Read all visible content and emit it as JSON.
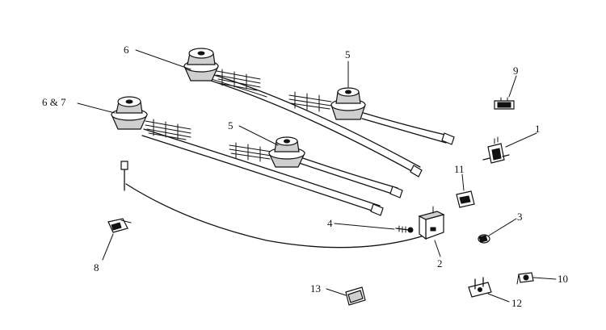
{
  "diagram": {
    "callouts": {
      "c1": "1",
      "c2": "2",
      "c3": "3",
      "c4": "4",
      "c5a": "5",
      "c5b": "5",
      "c6": "6",
      "c6and7": "6 & 7",
      "c8": "8",
      "c9": "9",
      "c10": "10",
      "c11": "11",
      "c12": "12",
      "c13": "13"
    }
  }
}
